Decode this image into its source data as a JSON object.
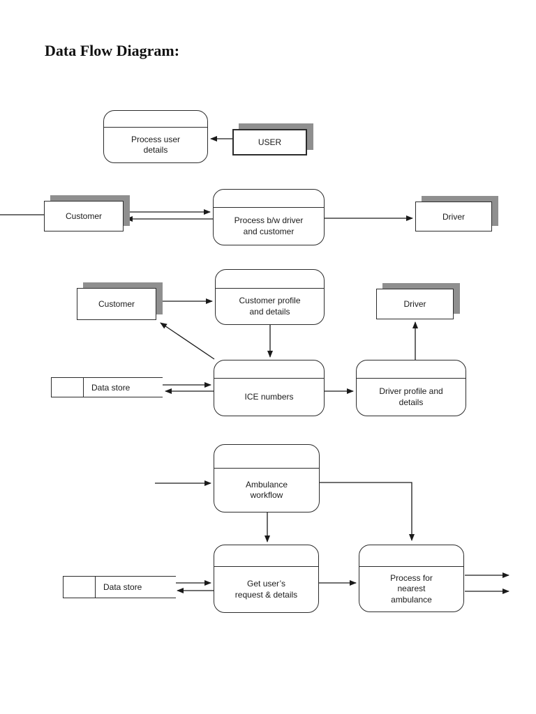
{
  "title": "Data Flow Diagram:",
  "colors": {
    "background": "#ffffff",
    "line": "#1a1a1a",
    "box_border": "#2b2b2b",
    "entity_shadow": "#8f8f8f"
  },
  "processes": [
    {
      "label": "Process user\ndetails"
    },
    {
      "label": "Process b/w driver\nand customer"
    },
    {
      "label": "Customer profile\nand details"
    },
    {
      "label": "ICE numbers"
    },
    {
      "label": "Driver profile and\ndetails"
    },
    {
      "label": "Ambulance\nworkflow"
    },
    {
      "label": "Get user’s\nrequest & details"
    },
    {
      "label": "Process for\nnearest\nambulance"
    }
  ],
  "entities": [
    {
      "label": "USER"
    },
    {
      "label": "Customer"
    },
    {
      "label": "Driver"
    },
    {
      "label": "Customer"
    },
    {
      "label": "Driver"
    }
  ],
  "data_stores": [
    {
      "label": "Data store"
    },
    {
      "label": "Data store"
    }
  ]
}
